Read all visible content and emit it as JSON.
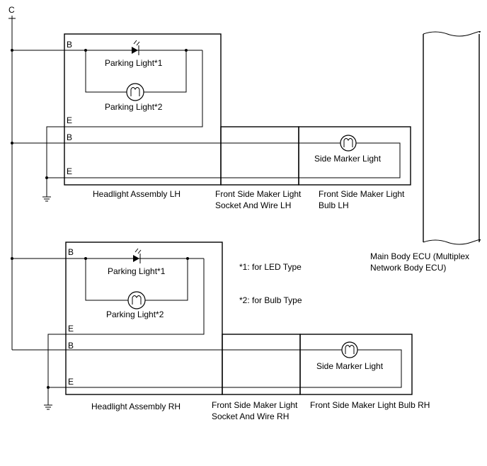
{
  "connector_top": "C",
  "pin_b": "B",
  "pin_e": "E",
  "lh": {
    "parking_led": "Parking Light*1",
    "parking_bulb": "Parking Light*2",
    "side_marker": "Side Marker Light",
    "headlight_assembly": "Headlight Assembly LH",
    "socket_line1": "Front Side Maker Light",
    "socket_line2": "Socket And Wire LH",
    "bulb_line1": "Front Side Maker Light",
    "bulb_line2": "Bulb LH"
  },
  "rh": {
    "parking_led": "Parking Light*1",
    "parking_bulb": "Parking Light*2",
    "side_marker": "Side Marker Light",
    "headlight_assembly": "Headlight Assembly RH",
    "socket_line1": "Front Side Maker Light",
    "socket_line2": "Socket And Wire RH",
    "bulb": "Front Side Maker Light Bulb RH"
  },
  "ecu_line1": "Main Body ECU (Multiplex",
  "ecu_line2": "Network Body ECU)",
  "note1": "*1: for LED Type",
  "note2": "*2: for Bulb Type"
}
